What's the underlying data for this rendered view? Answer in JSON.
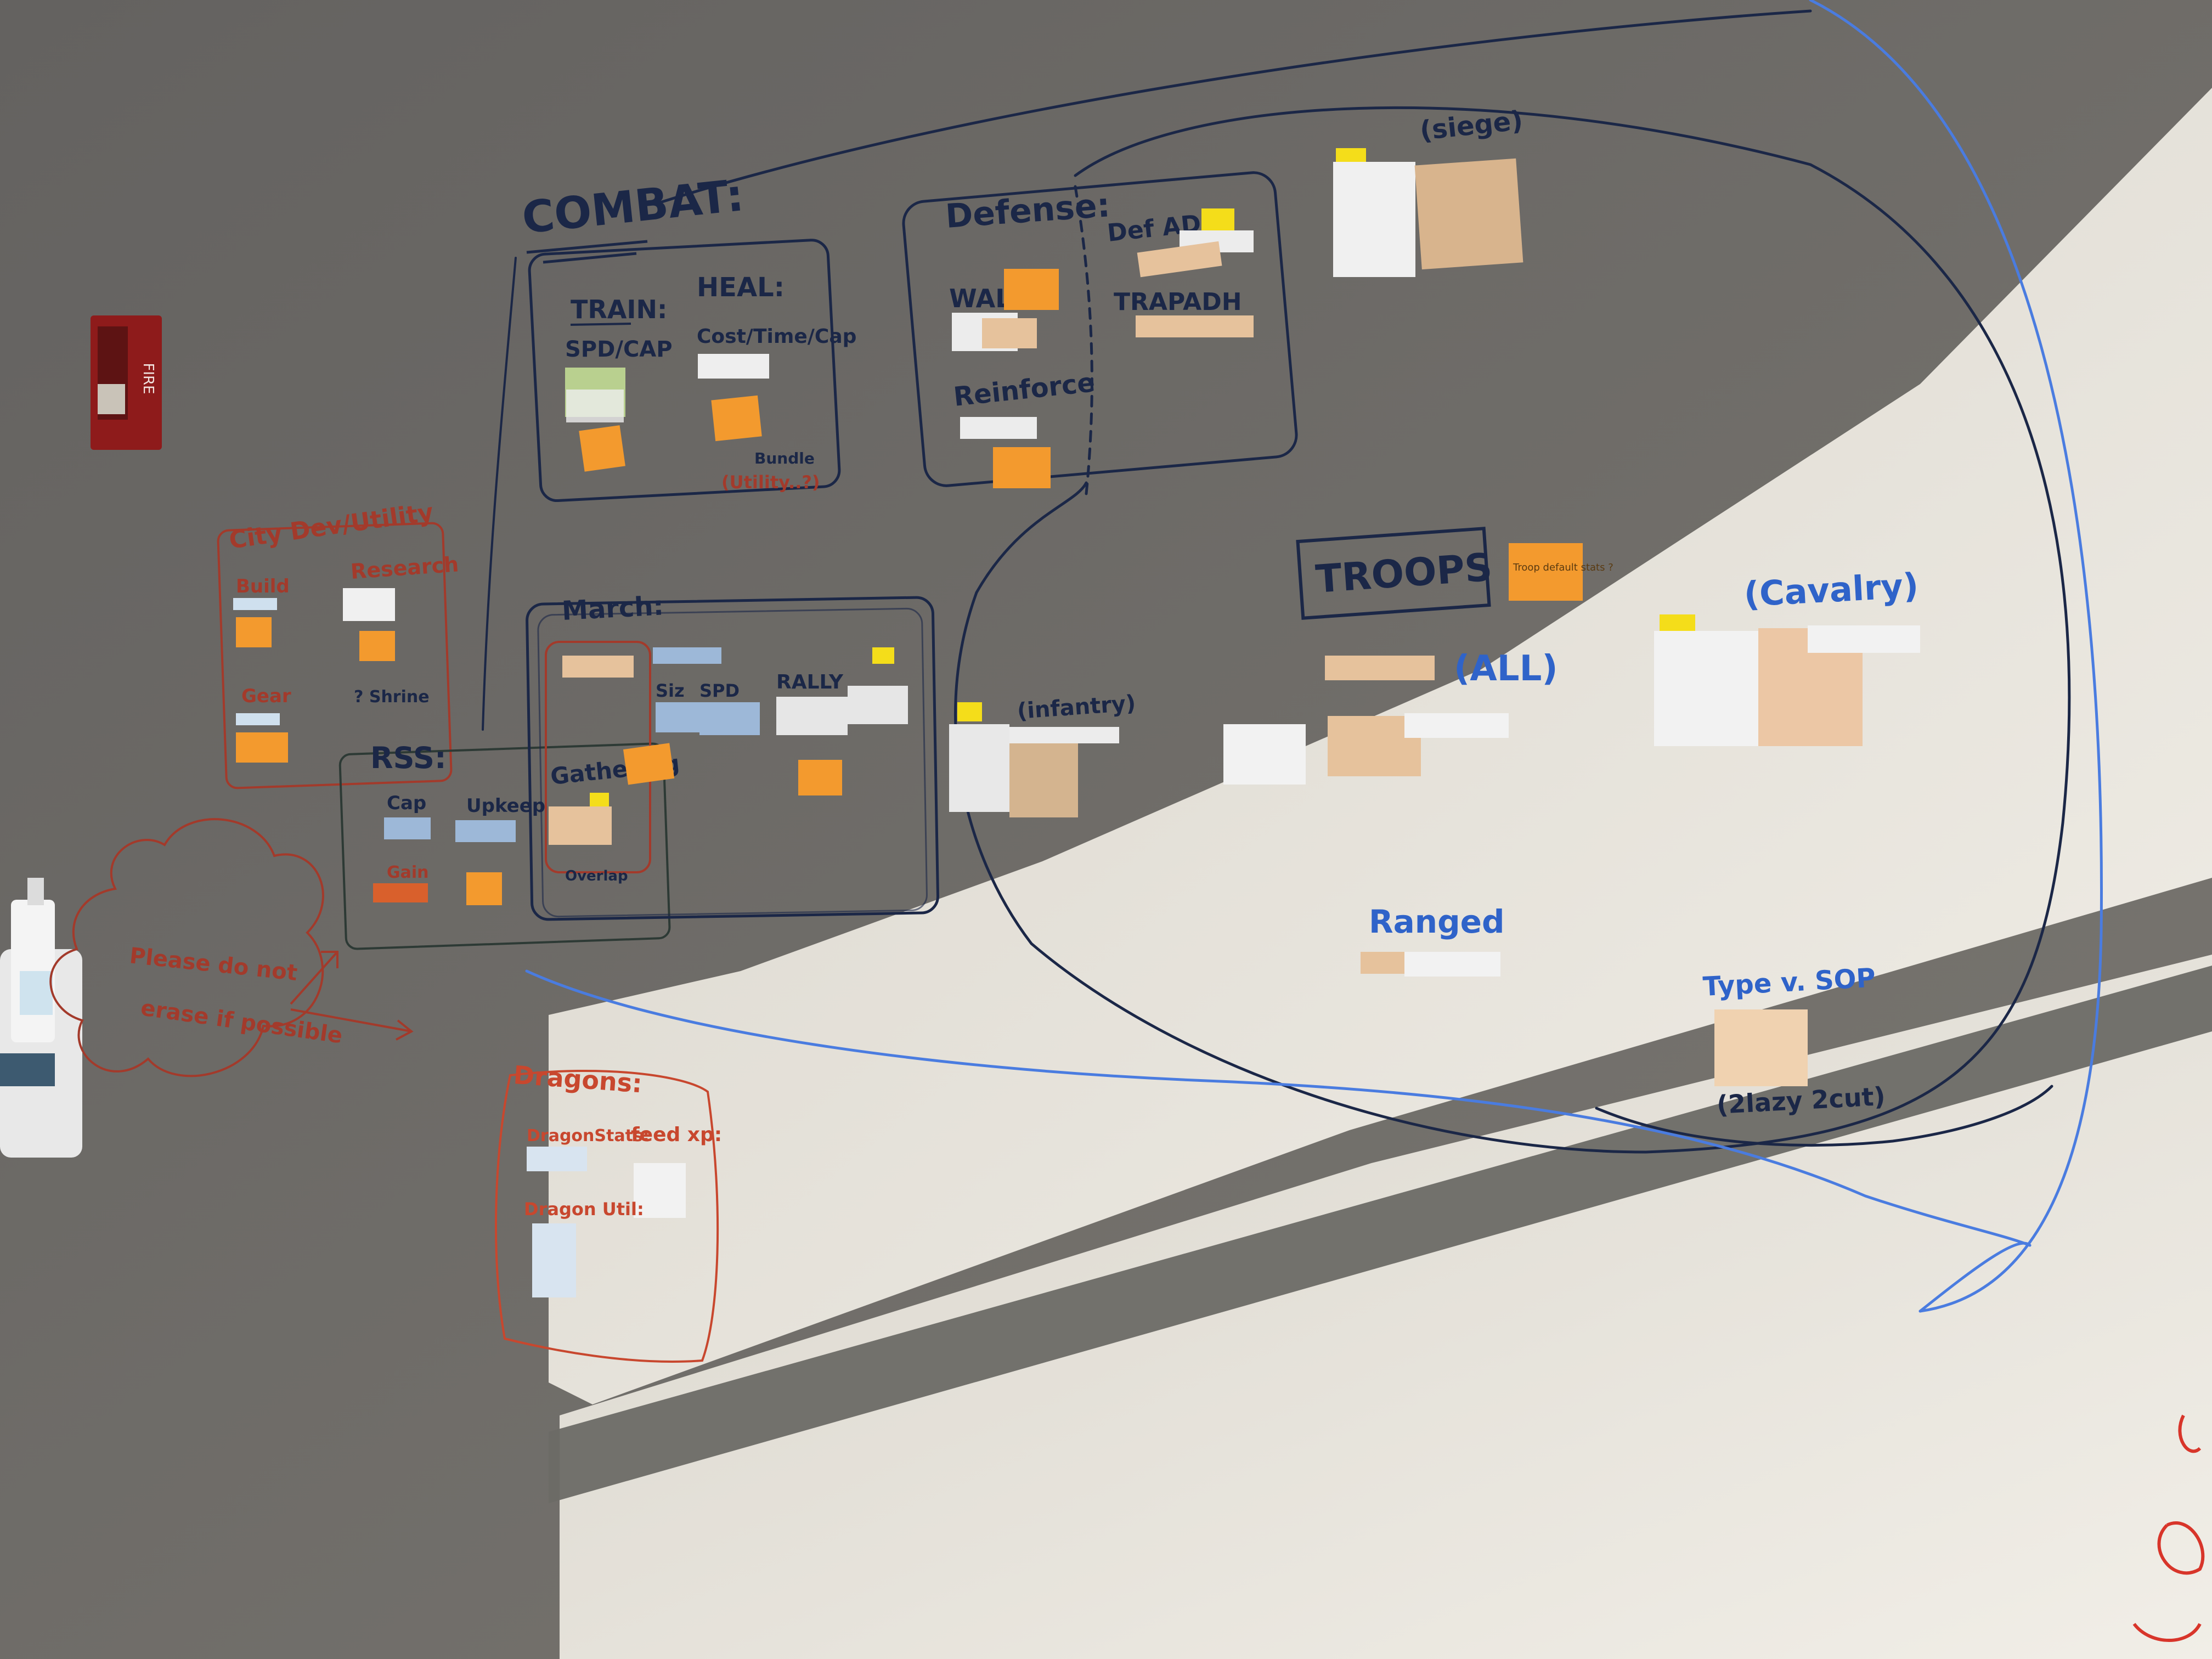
{
  "colors": {
    "wall_shadow": "#6f6d68",
    "wall_lit": "#e9e6df",
    "marker_navy": "#1b2747",
    "marker_blue": "#2f63c9",
    "marker_red": "#a33a2b",
    "marker_orange_red": "#c8472e",
    "sticky_orange": "#f39a2e",
    "sticky_yellow": "#f4dd1a",
    "sticky_green": "#b9d08f",
    "sticky_tan": "#e6c29c",
    "paper_white": "#f2f2f2",
    "alarm_red": "#8e1b1b"
  },
  "fire_alarm": {
    "label": "FIRE"
  },
  "notice": {
    "text_line1": "Please do not",
    "text_line2": "erase if possible"
  },
  "combat": {
    "title": "COMBAT:",
    "train": {
      "label": "TRAIN:",
      "sub": "SPD/CAP"
    },
    "heal": {
      "label": "HEAL:",
      "sub": "Cost/Time/Cap"
    },
    "bundle": "Bundle",
    "utility_note": "(Utility..?)"
  },
  "defense": {
    "title": "Defense:",
    "wall": "WALL:",
    "reinforce": "Reinforce",
    "def_adh": "Def ADH",
    "trap_adh": "TRAPADH"
  },
  "siege": "(siege)",
  "troops": {
    "title": "TROOPS",
    "sticky": "Troop default stats ?",
    "all": "(ALL)",
    "cavalry": "(Cavalry)",
    "infantry": "(infantry)",
    "ranged": "Ranged",
    "type_sop": "Type v. SOP",
    "lazy_note": "(2lazy 2cut)"
  },
  "city_dev": {
    "title": "City Dev/Utility",
    "build": "Build",
    "research": "Research",
    "gear": "Gear",
    "shrine": "? Shrine"
  },
  "rss": {
    "title": "RSS:",
    "cap": "Cap",
    "upkeep": "Upkeep",
    "gain": "Gain"
  },
  "march": {
    "title": "March:",
    "siz": "Siz",
    "spd": "SPD",
    "rally": "RALLY",
    "gathering": "Gathering",
    "overlap": "Overlap"
  },
  "dragons": {
    "title": "Dragons:",
    "dragon_stats": "DragonStats:",
    "feed_xp": "feed xp:",
    "dragon_util": "Dragon Util:"
  }
}
